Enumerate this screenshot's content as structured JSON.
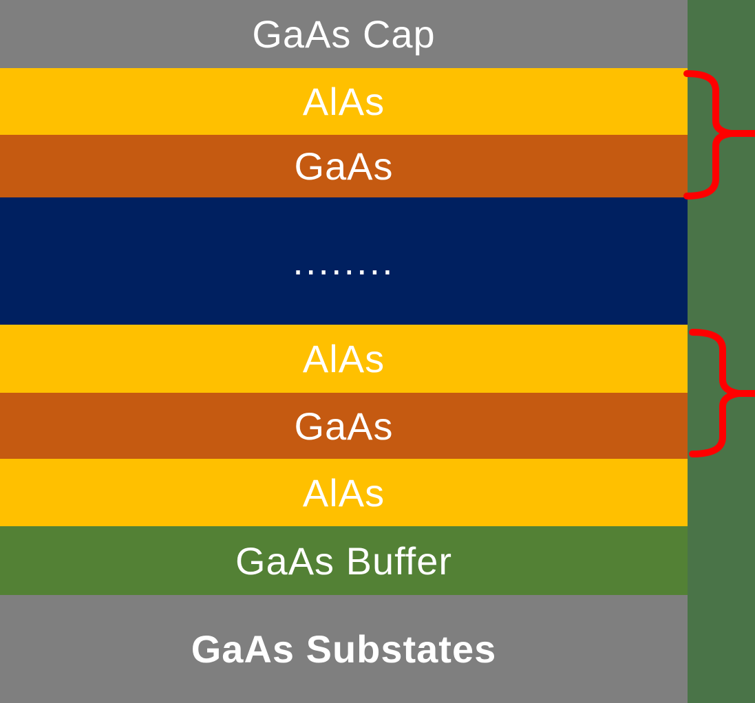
{
  "diagram": {
    "layers": [
      {
        "id": "gaas-cap",
        "label": "GaAs Cap",
        "color": "#7f7f7f",
        "bold": false
      },
      {
        "id": "alas-top",
        "label": "AlAs",
        "color": "#ffc000",
        "bold": false
      },
      {
        "id": "gaas-top",
        "label": "GaAs",
        "color": "#c55a11",
        "bold": false
      },
      {
        "id": "repeat-region",
        "label": "........",
        "color": "#002060",
        "bold": false
      },
      {
        "id": "alas-middle",
        "label": "AlAs",
        "color": "#ffc000",
        "bold": false
      },
      {
        "id": "gaas-middle",
        "label": "GaAs",
        "color": "#c55a11",
        "bold": false
      },
      {
        "id": "alas-bottom",
        "label": "AlAs",
        "color": "#ffc000",
        "bold": false
      },
      {
        "id": "gaas-buffer",
        "label": "GaAs Buffer",
        "color": "#538135",
        "bold": false
      },
      {
        "id": "gaas-substrate",
        "label": "GaAs Substates",
        "color": "#7f7f7f",
        "bold": true
      }
    ],
    "side_strip": {
      "color": "#4a7448"
    },
    "annotation": {
      "brace_color": "#ff0000"
    },
    "text_color": "#ffffff"
  }
}
